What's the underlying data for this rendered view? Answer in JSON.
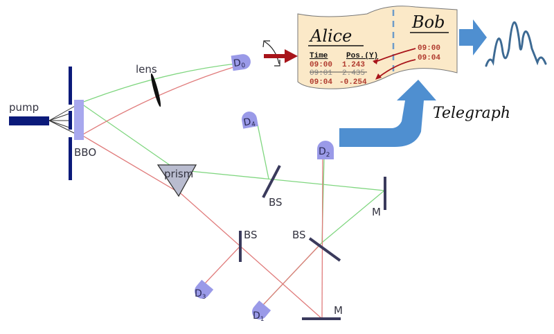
{
  "labels": {
    "pump": "pump",
    "bbo": "BBO",
    "lens": "lens",
    "prism": "prism",
    "bs_upper": "BS",
    "bs_lower_left": "BS",
    "bs_lower_right": "BS",
    "mirror_right": "M",
    "mirror_bottom": "M",
    "telegraph": "Telegraph"
  },
  "detectors": [
    {
      "name": "D",
      "sub": "0"
    },
    {
      "name": "D",
      "sub": "1"
    },
    {
      "name": "D",
      "sub": "2"
    },
    {
      "name": "D",
      "sub": "3"
    },
    {
      "name": "D",
      "sub": "4"
    }
  ],
  "scroll": {
    "alice_title": "Alice",
    "bob_title": "Bob",
    "columns": [
      "Time",
      "Pos.(Y)"
    ],
    "alice_rows": [
      {
        "time": "09:00",
        "pos": "1.243",
        "struck": false
      },
      {
        "time": "09:01",
        "pos": "2.435",
        "struck": true
      },
      {
        "time": "09:04",
        "pos": "-0.254",
        "struck": false
      }
    ],
    "bob_times": [
      "09:00",
      "09:04"
    ]
  },
  "colors": {
    "green_beam": "#7fd67f",
    "red_beam": "#e07b7b",
    "optic_dark": "#3a3a5c",
    "pump_blue": "#0b1a7a",
    "detector": "#9a9ae8",
    "scroll_fill": "#fbe9c8",
    "arrow_blue": "#4f8fd0",
    "data_red": "#b03a2e"
  }
}
